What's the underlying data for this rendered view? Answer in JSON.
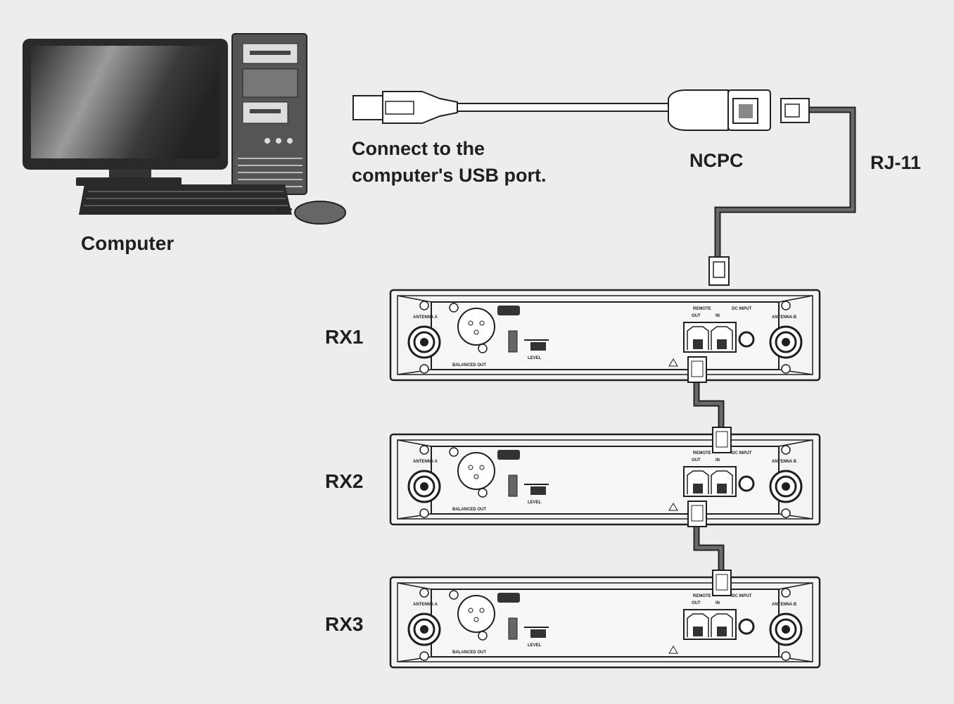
{
  "labels": {
    "computer": "Computer",
    "usb_line1": "Connect to the",
    "usb_line2": "computer's USB port.",
    "ncpc": "NCPC",
    "rj11": "RJ-11"
  },
  "panel_labels": {
    "antenna_a": "ANTENNA A",
    "antenna_b": "ANTENNA B",
    "balanced_out": "BALANCED OUT",
    "level": "LEVEL",
    "remote": "REMOTE",
    "out": "OUT",
    "in": "IN",
    "dc_input": "DC INPUT"
  },
  "receivers": [
    {
      "label": "RX1"
    },
    {
      "label": "RX2"
    },
    {
      "label": "RX3"
    }
  ],
  "colors": {
    "background": "#ecedef",
    "outline": "#1f1f1f",
    "cable": "#5a5a5a",
    "panel": "#f4f4f4"
  }
}
